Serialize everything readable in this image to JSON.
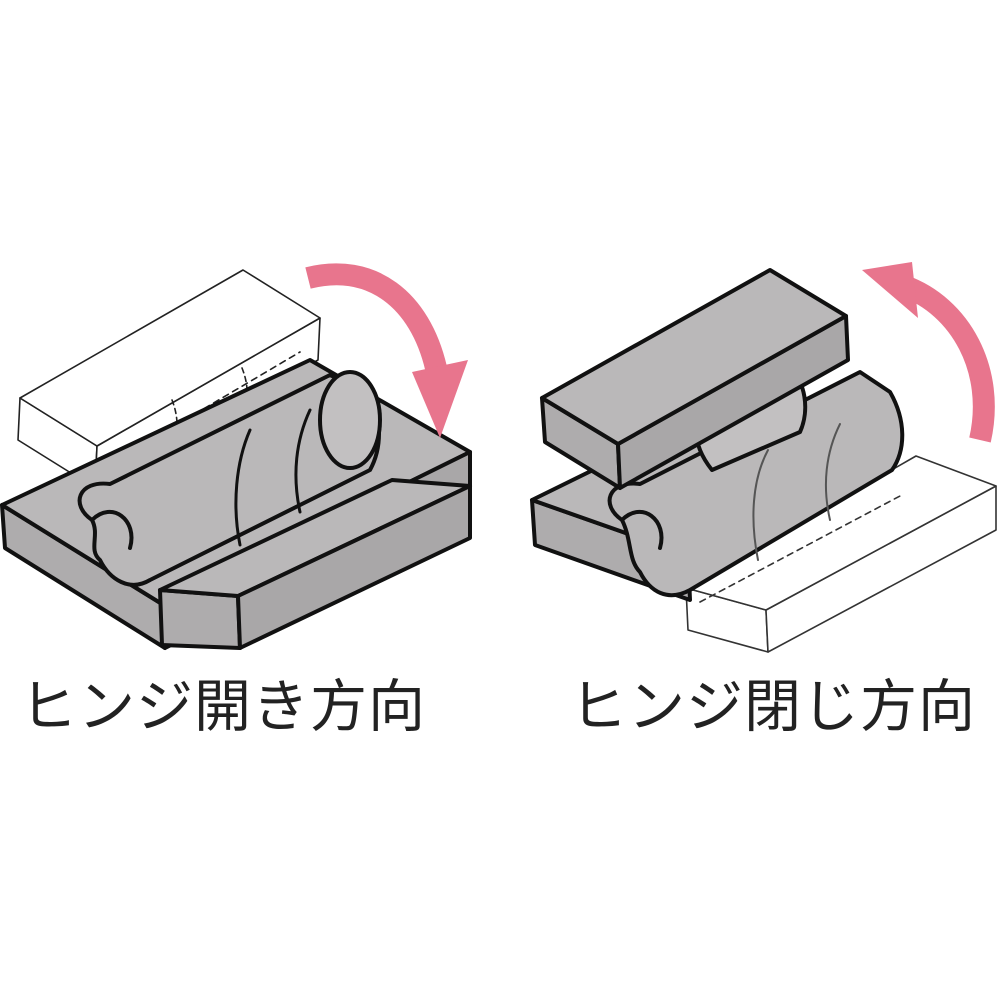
{
  "panels": {
    "open": {
      "label": "ヒンジ開き方向"
    },
    "close": {
      "label": "ヒンジ閉じ方向"
    }
  },
  "colors": {
    "leaf_fill": "#b9b7b8",
    "outline": "#111111",
    "ghost_fill": "#ffffff",
    "arrow": "#e8758d",
    "caption_text": "#222222"
  },
  "icons": {
    "open_arrow": "arrow-clockwise-down",
    "close_arrow": "arrow-counterclockwise-up"
  }
}
